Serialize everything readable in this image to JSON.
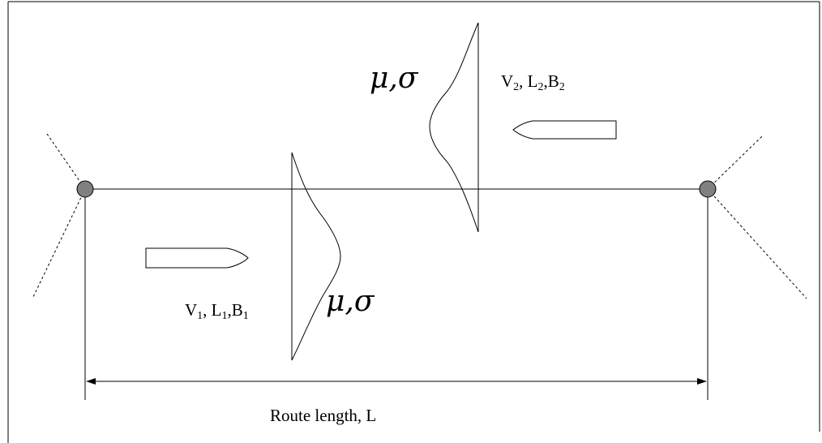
{
  "diagram": {
    "ship1": {
      "v": "V",
      "v_sub": "1",
      "l": "L",
      "l_sub": "1",
      "b": "B",
      "b_sub": "1"
    },
    "ship2": {
      "v": "V",
      "v_sub": "2",
      "l": "L",
      "l_sub": "2",
      "b": "B",
      "b_sub": "2"
    },
    "distribution1_label": "μ,σ",
    "distribution2_label": "μ,σ",
    "route_length_label": "Route length, L"
  }
}
